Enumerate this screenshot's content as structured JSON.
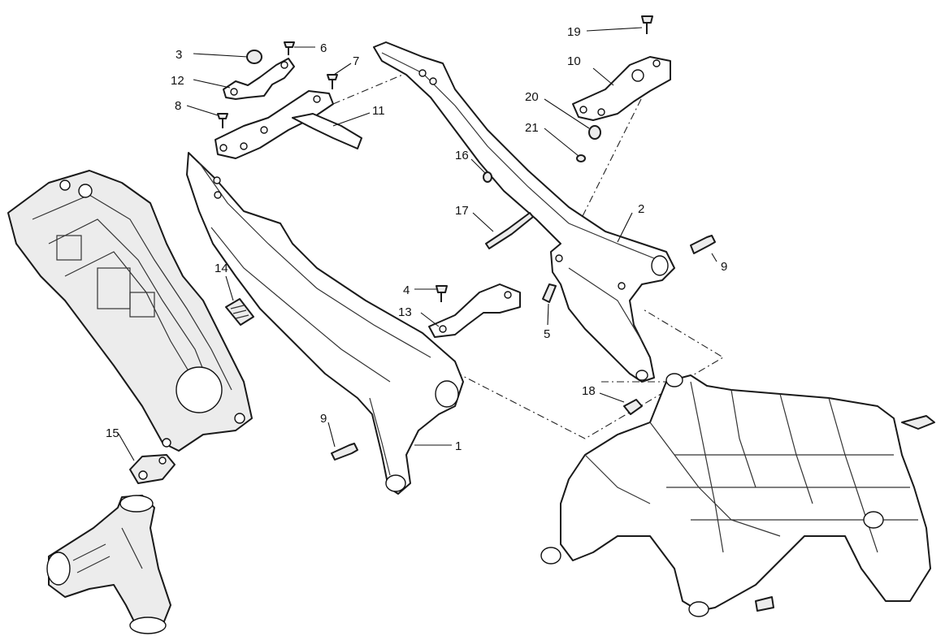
{
  "diagram": {
    "callouts": [
      {
        "id": "c3",
        "label": "3"
      },
      {
        "id": "c6",
        "label": "6"
      },
      {
        "id": "c12",
        "label": "12"
      },
      {
        "id": "c7",
        "label": "7"
      },
      {
        "id": "c8",
        "label": "8"
      },
      {
        "id": "c11",
        "label": "11"
      },
      {
        "id": "c19",
        "label": "19"
      },
      {
        "id": "c10",
        "label": "10"
      },
      {
        "id": "c20",
        "label": "20"
      },
      {
        "id": "c21",
        "label": "21"
      },
      {
        "id": "c16",
        "label": "16"
      },
      {
        "id": "c17",
        "label": "17"
      },
      {
        "id": "c2",
        "label": "2"
      },
      {
        "id": "c9a",
        "label": "9"
      },
      {
        "id": "c14",
        "label": "14"
      },
      {
        "id": "c4",
        "label": "4"
      },
      {
        "id": "c13",
        "label": "13"
      },
      {
        "id": "c5",
        "label": "5"
      },
      {
        "id": "c18",
        "label": "18"
      },
      {
        "id": "c9b",
        "label": "9"
      },
      {
        "id": "c1",
        "label": "1"
      },
      {
        "id": "c15",
        "label": "15"
      }
    ]
  }
}
